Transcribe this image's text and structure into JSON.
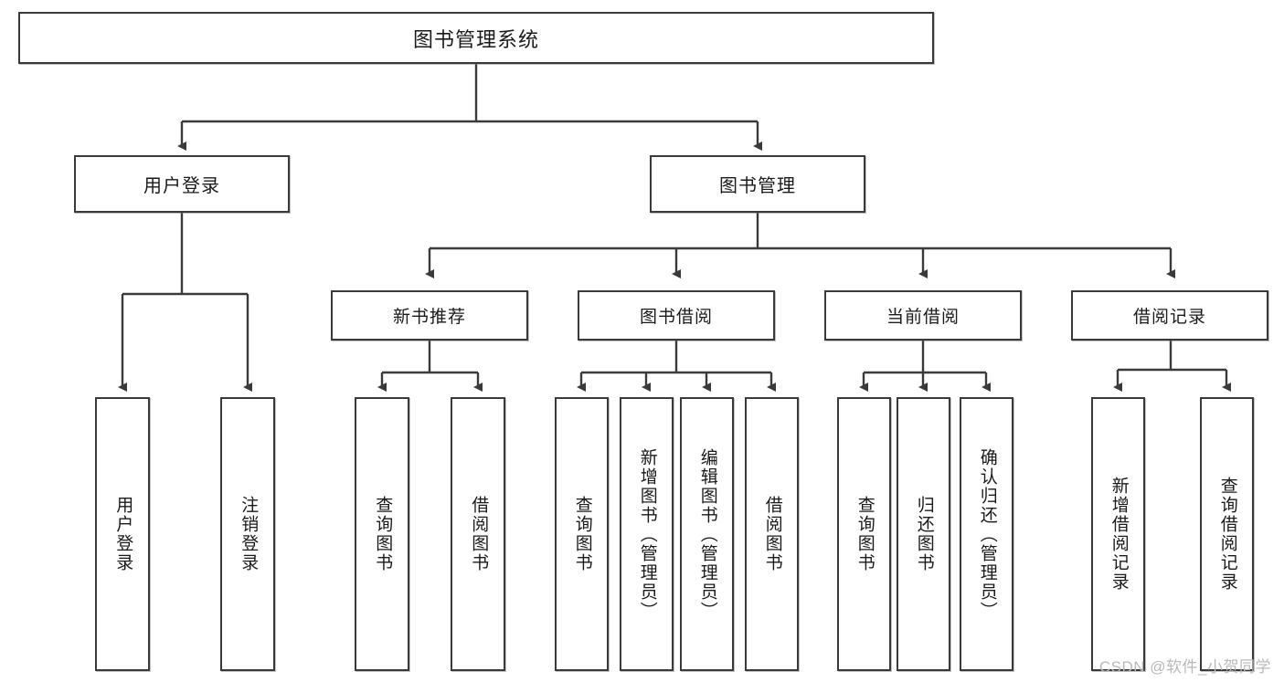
{
  "diagram": {
    "title": "图书管理系统",
    "type": "hierarchy-tree",
    "colors": {
      "box_border": "#3a3a3a",
      "box_fill": "#ffffff",
      "connector": "#3a3a3a",
      "text": "#1a1a1a",
      "watermark": "#b9b9b9"
    },
    "root": {
      "label": "图书管理系统"
    },
    "level1": [
      {
        "label": "用户登录"
      },
      {
        "label": "图书管理"
      }
    ],
    "level2": [
      {
        "label": "新书推荐"
      },
      {
        "label": "图书借阅"
      },
      {
        "label": "当前借阅"
      },
      {
        "label": "借阅记录"
      }
    ],
    "leaves": {
      "user_login": [
        {
          "label": "用户登录"
        },
        {
          "label": "注销登录"
        }
      ],
      "new_book_recommend": [
        {
          "label": "查询图书"
        },
        {
          "label": "借阅图书"
        }
      ],
      "book_borrow": [
        {
          "label": "查询图书"
        },
        {
          "label": "新增图书（管理员）"
        },
        {
          "label": "编辑图书（管理员）"
        },
        {
          "label": "借阅图书"
        }
      ],
      "current_borrow": [
        {
          "label": "查询图书"
        },
        {
          "label": "归还图书"
        },
        {
          "label": "确认归还（管理员）"
        }
      ],
      "borrow_record": [
        {
          "label": "新增借阅记录"
        },
        {
          "label": "查询借阅记录"
        }
      ]
    }
  },
  "watermark": {
    "text": "CSDN @软件_小贺同学"
  }
}
